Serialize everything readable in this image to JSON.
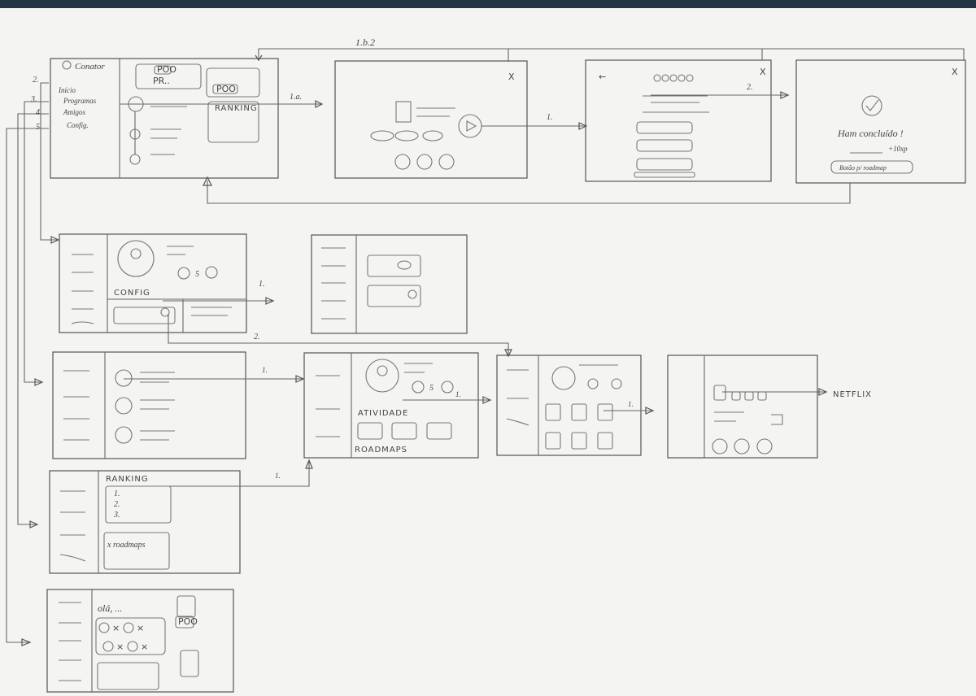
{
  "menu": {
    "brand": "Conator",
    "items": [
      "Início",
      "Programas",
      "Amigos",
      "Config."
    ],
    "numbers": [
      "2.",
      "3.",
      "4.",
      "5."
    ]
  },
  "home": {
    "ranking_label": "RANKING",
    "badge": "POO",
    "progress": "PR.."
  },
  "flow_labels": {
    "l1b2": "1.b.2",
    "l1a": "1.a.",
    "l1": "1.",
    "l2": "2.",
    "l1_profile": "1.",
    "l2_profile": "2.",
    "l1_friends": "1.",
    "l1_friend_profile": "1.",
    "l1_course": "1.",
    "l1_ranking": "1."
  },
  "complete": {
    "title": "Ham concluído !",
    "xp": "+10xp",
    "button": "Botão p/ roadmap"
  },
  "profile": {
    "config": "CONFIG",
    "count": "5"
  },
  "friend_profile": {
    "count": "5",
    "activity": "ATIVIDADE",
    "roadmaps": "ROADMAPS"
  },
  "netflix": "NETFLIX",
  "ranking": {
    "title": "RANKING",
    "rows": [
      "1.",
      "2.",
      "3."
    ],
    "roadmaps": "x roadmaps"
  },
  "hello": {
    "greeting": "olá, ..."
  }
}
